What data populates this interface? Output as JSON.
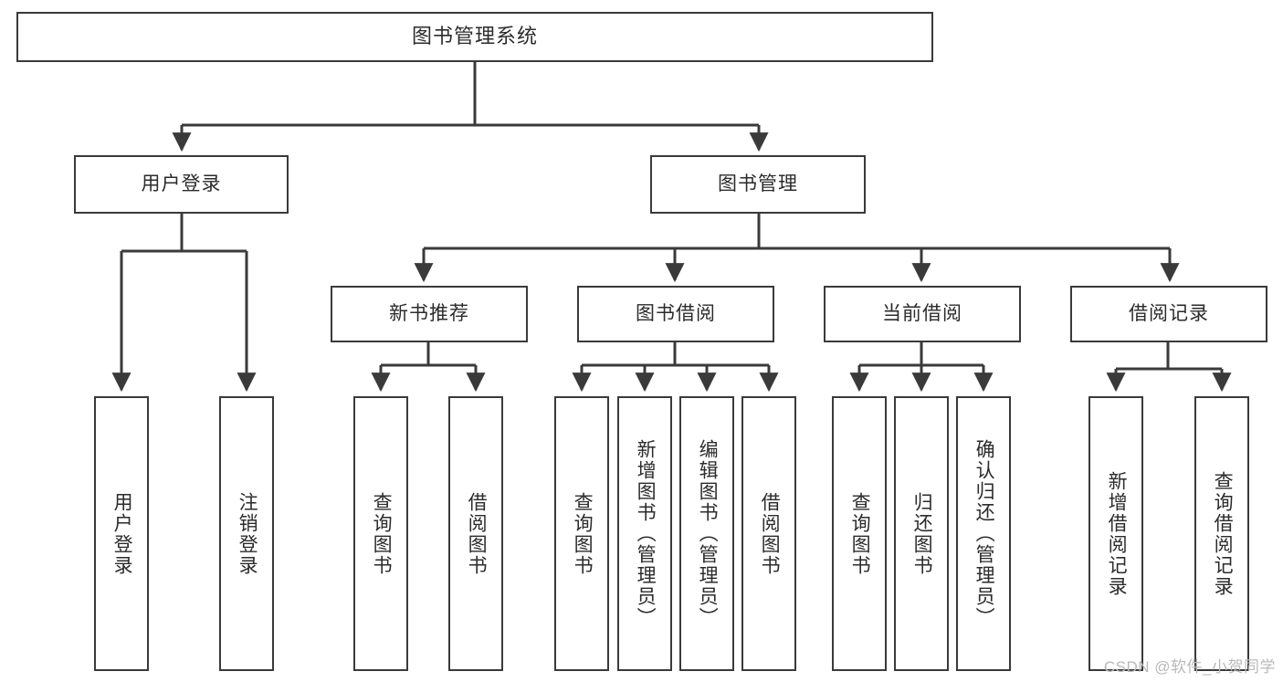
{
  "diagram": {
    "title": "图书管理系统",
    "type": "tree-hierarchy-diagram",
    "root": {
      "id": "root",
      "label": "图书管理系统"
    },
    "level2": [
      {
        "id": "user-login",
        "label": "用户登录"
      },
      {
        "id": "book-management",
        "label": "图书管理"
      }
    ],
    "level3": [
      {
        "id": "new-book-recommend",
        "label": "新书推荐",
        "parent": "book-management"
      },
      {
        "id": "book-borrow",
        "label": "图书借阅",
        "parent": "book-management"
      },
      {
        "id": "current-borrow",
        "label": "当前借阅",
        "parent": "book-management"
      },
      {
        "id": "borrow-record",
        "label": "借阅记录",
        "parent": "book-management"
      }
    ],
    "leaves": [
      {
        "id": "leaf-user-login",
        "label": "用户登录",
        "parent": "user-login"
      },
      {
        "id": "leaf-logout-login",
        "label": "注销登录",
        "parent": "user-login"
      },
      {
        "id": "leaf-query-book-1",
        "label": "查询图书",
        "parent": "new-book-recommend"
      },
      {
        "id": "leaf-borrow-book-1",
        "label": "借阅图书",
        "parent": "new-book-recommend"
      },
      {
        "id": "leaf-query-book-2",
        "label": "查询图书",
        "parent": "book-borrow"
      },
      {
        "id": "leaf-add-book",
        "label": "新增图书（管理员）",
        "parent": "book-borrow"
      },
      {
        "id": "leaf-edit-book",
        "label": "编辑图书（管理员）",
        "parent": "book-borrow"
      },
      {
        "id": "leaf-borrow-book-2",
        "label": "借阅图书",
        "parent": "book-borrow"
      },
      {
        "id": "leaf-query-book-3",
        "label": "查询图书",
        "parent": "current-borrow"
      },
      {
        "id": "leaf-return-book",
        "label": "归还图书",
        "parent": "current-borrow"
      },
      {
        "id": "leaf-confirm-return",
        "label": "确认归还（管理员）",
        "parent": "current-borrow"
      },
      {
        "id": "leaf-add-record",
        "label": "新增借阅记录",
        "parent": "borrow-record"
      },
      {
        "id": "leaf-query-record",
        "label": "查询借阅记录",
        "parent": "borrow-record"
      }
    ],
    "colors": {
      "stroke": "#3a3a3a",
      "text": "#2b2b2b",
      "background": "#ffffff",
      "watermark": "#b9b9b9"
    }
  },
  "watermark": {
    "text": "CSDN @软件_小贺同学"
  }
}
